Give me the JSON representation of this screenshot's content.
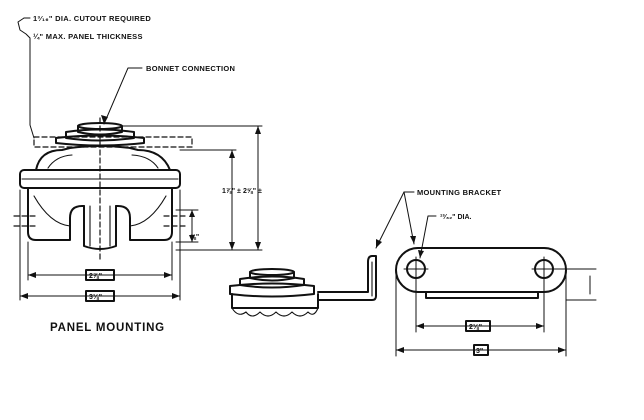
{
  "labels": {
    "cutout": "1³⁄₁₆\" DIA. CUTOUT REQUIRED",
    "panel_thickness": "¼\" MAX. PANEL THICKNESS",
    "bonnet_connection": "BONNET CONNECTION",
    "mounting_bracket": "MOUNTING BRACKET",
    "hole_dia": "¹³⁄₃₂\" DIA.",
    "panel_mounting": "PANEL MOUNTING"
  },
  "dimensions": {
    "height_inner": "1⅞\" ±",
    "height_outer": "2⅝\" ±",
    "side_height": "⅝\"",
    "width_inner": "2⅞\"",
    "width_outer": "3⅛\"",
    "bracket_hole_spacing": "2⅛\"",
    "bracket_length": "3\""
  }
}
